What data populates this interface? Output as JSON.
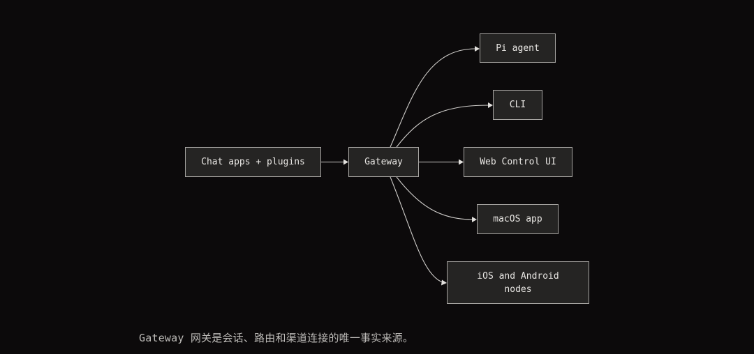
{
  "nodes": {
    "chat_apps": "Chat apps + plugins",
    "gateway": "Gateway",
    "pi_agent": "Pi agent",
    "cli": "CLI",
    "web_control": "Web Control UI",
    "macos_app": "macOS app",
    "ios_android_line1": "iOS and Android",
    "ios_android_line2": "nodes"
  },
  "caption": "Gateway 网关是会话、路由和渠道连接的唯一事实来源。",
  "colors": {
    "background": "#0c0a0b",
    "node_fill": "#252423",
    "node_border": "#a8a6a3",
    "edge": "#cfcdca",
    "text": "#e8e6e3"
  }
}
